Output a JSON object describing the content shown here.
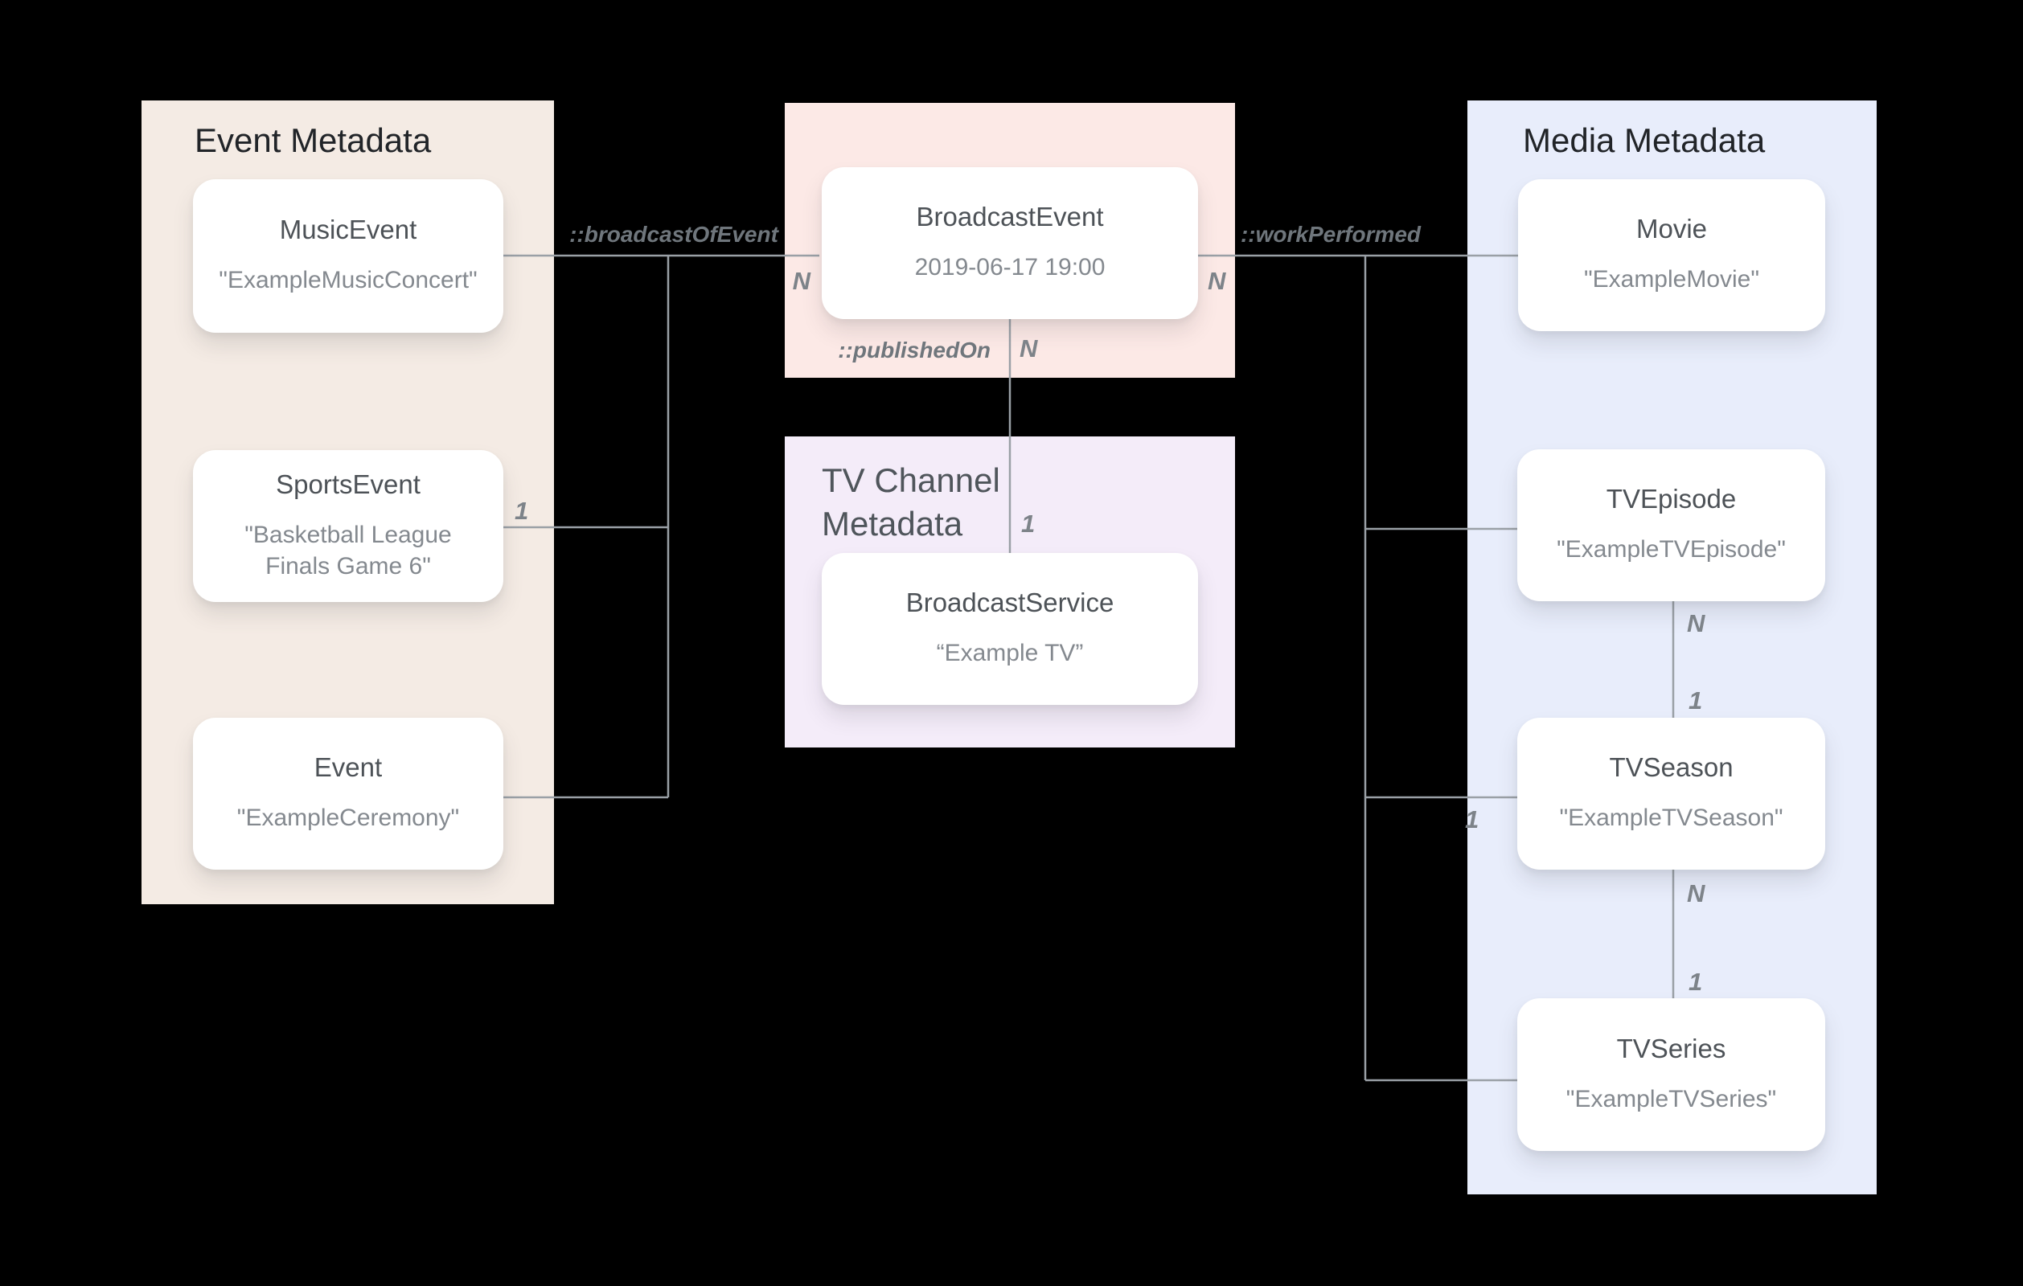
{
  "panels": {
    "event": {
      "title": "Event Metadata"
    },
    "tv_channel": {
      "title": "TV Channel Metadata"
    },
    "media": {
      "title": "Media Metadata"
    }
  },
  "cards": {
    "music_event": {
      "title": "MusicEvent",
      "value": "\"ExampleMusicConcert\""
    },
    "sports_event": {
      "title": "SportsEvent",
      "value": "\"Basketball League Finals Game 6\""
    },
    "event": {
      "title": "Event",
      "value": "\"ExampleCeremony\""
    },
    "broadcast_event": {
      "title": "BroadcastEvent",
      "value": "2019-06-17 19:00"
    },
    "broadcast_service": {
      "title": "BroadcastService",
      "value": "“Example TV”"
    },
    "movie": {
      "title": "Movie",
      "value": "\"ExampleMovie\""
    },
    "tv_episode": {
      "title": "TVEpisode",
      "value": "\"ExampleTVEpisode\""
    },
    "tv_season": {
      "title": "TVSeason",
      "value": "\"ExampleTVSeason\""
    },
    "tv_series": {
      "title": "TVSeries",
      "value": "\"ExampleTVSeries\""
    }
  },
  "edges": {
    "broadcast_of_event": {
      "label": "::broadcastOfEvent",
      "n": "N",
      "one": "1"
    },
    "work_performed": {
      "label": "::workPerformed",
      "n": "N"
    },
    "published_on": {
      "label": "::publishedOn",
      "n": "N",
      "one": "1"
    },
    "episode_season": {
      "n": "N",
      "one": "1"
    },
    "season_series": {
      "n": "N",
      "one": "1"
    },
    "season_branch": {
      "one": "1"
    }
  },
  "colors": {
    "background": "#000000",
    "event_panel": "#f4ebe4",
    "broadcast_panel": "#fce9e6",
    "tv_channel_panel": "#f4ecf9",
    "media_panel": "#e8edfb",
    "card": "#ffffff",
    "connector": "#9aa0a6",
    "panel_title": "#212428",
    "card_title": "#4d5257",
    "card_value": "#84898f"
  }
}
